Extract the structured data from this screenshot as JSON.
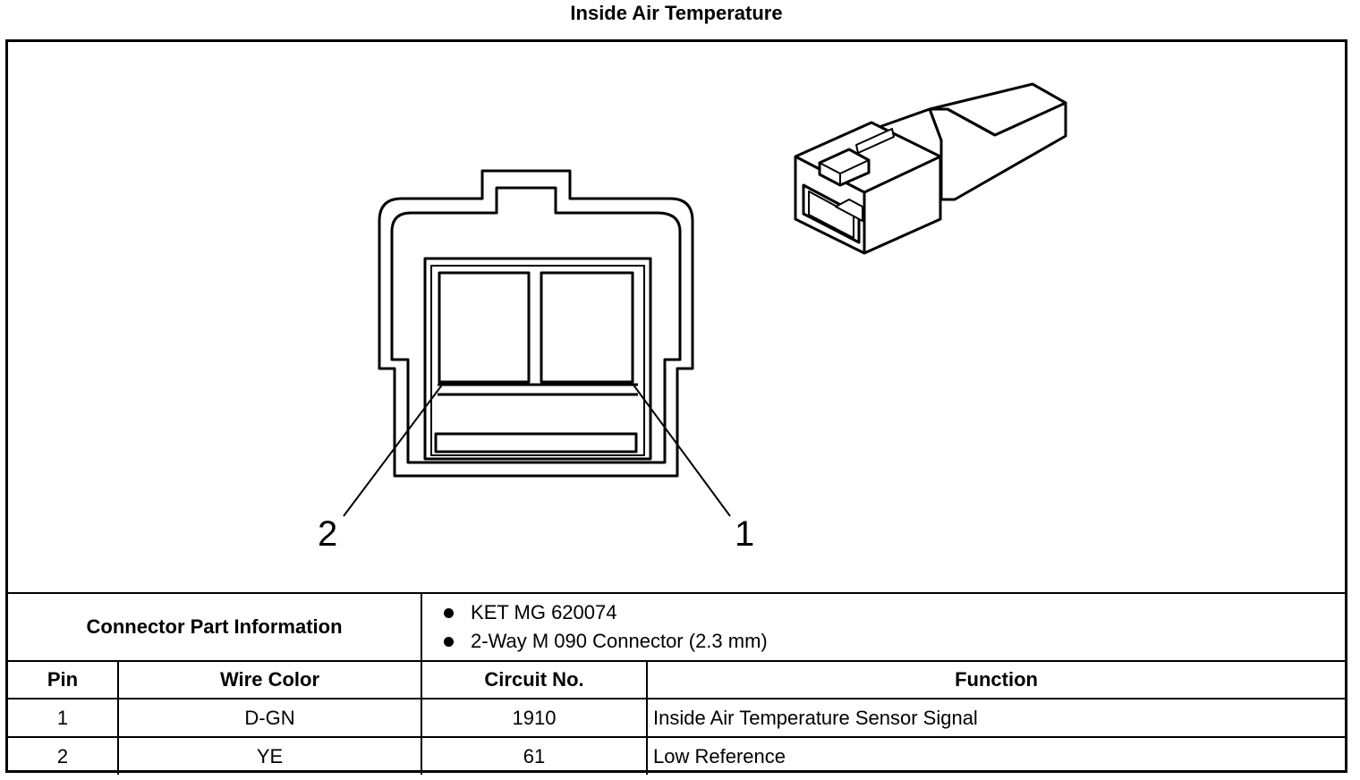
{
  "title": "Inside Air Temperature",
  "figure": {
    "pin_labels": [
      "2",
      "1"
    ]
  },
  "connector_part_information": {
    "label": "Connector Part Information",
    "items": [
      "KET MG 620074",
      "2-Way M 090 Connector (2.3 mm)"
    ]
  },
  "pin_table": {
    "headers": [
      "Pin",
      "Wire Color",
      "Circuit No.",
      "Function"
    ],
    "rows": [
      [
        "1",
        "D-GN",
        "1910",
        "Inside Air Temperature Sensor Signal"
      ],
      [
        "2",
        "YE",
        "61",
        "Low Reference"
      ]
    ]
  }
}
